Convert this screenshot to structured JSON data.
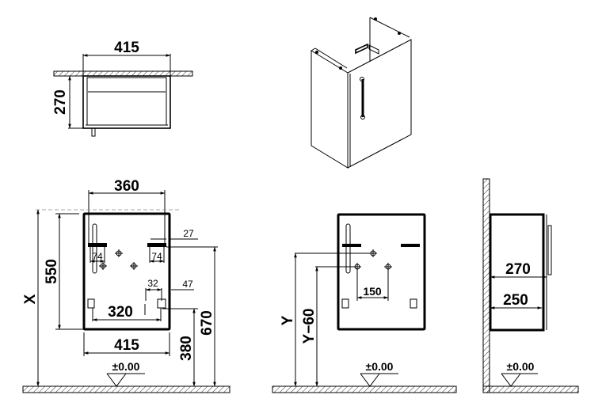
{
  "drawing": {
    "top_view": {
      "width_label": "415",
      "depth_label": "270"
    },
    "front_view": {
      "hole_spacing_top_label": "360",
      "height_label": "550",
      "x_label": "X",
      "bracket_width_left_label": "74",
      "bracket_width_right_label": "74",
      "bracket_offset_top_label": "27",
      "lower_hole_spacing_label": "320",
      "lower_bracket_label": "32",
      "lower_offset_label": "47",
      "bottom_width_label": "415",
      "bottom_height_label": "380",
      "top_height_label": "670",
      "floor_level_label": "±0.00"
    },
    "install_view": {
      "y_label": "Y",
      "y_minus_label": "Y−60",
      "hole_spacing_label": "150",
      "floor_level_label": "±0.00"
    },
    "side_view": {
      "outer_depth_label": "270",
      "inner_depth_label": "250",
      "floor_level_label": "±0.00"
    }
  },
  "colors": {
    "line": "#000000",
    "background": "#ffffff",
    "extension": "#888888"
  }
}
